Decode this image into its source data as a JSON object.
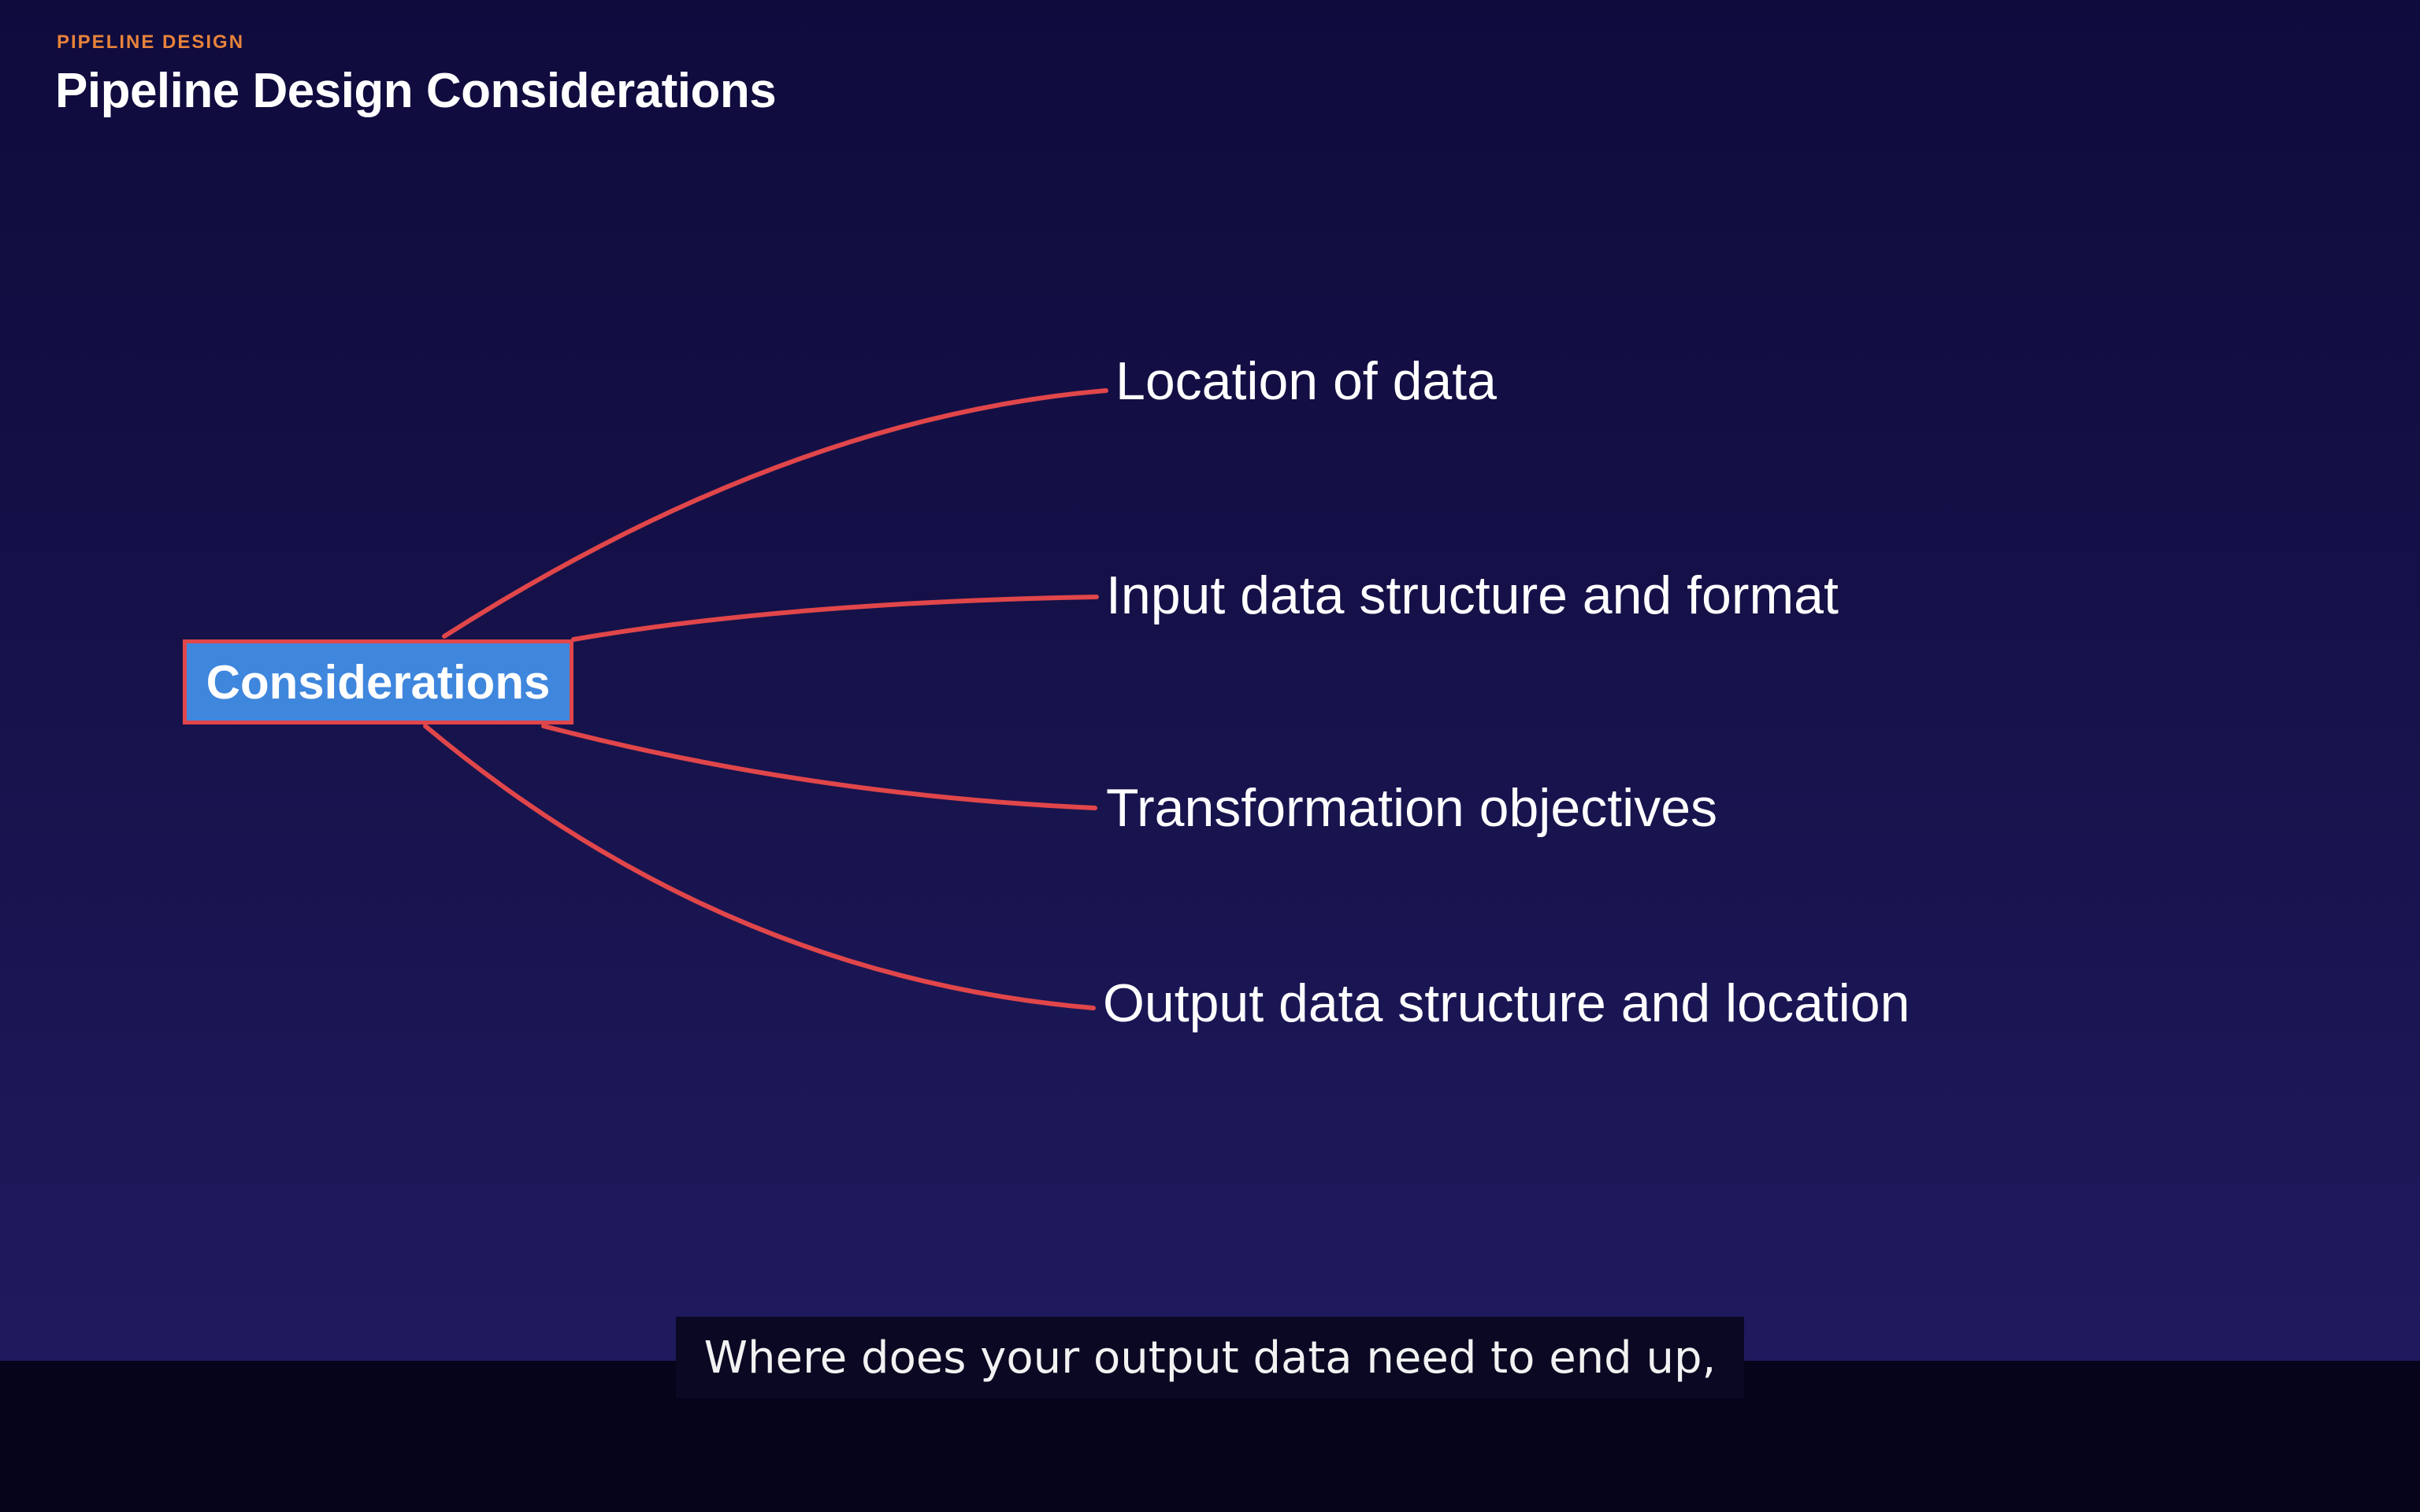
{
  "header": {
    "eyebrow": "PIPELINE DESIGN",
    "title": "Pipeline Design Considerations"
  },
  "diagram": {
    "hub": "Considerations",
    "branches": [
      "Location of data",
      "Input data structure and format",
      "Transformation objectives",
      "Output data structure and location"
    ],
    "colors": {
      "connector": "#e0464a",
      "hub_fill": "#3f86dd",
      "hub_border": "#e0464a"
    }
  },
  "caption": {
    "text": "Where does your output data need to end up,"
  }
}
